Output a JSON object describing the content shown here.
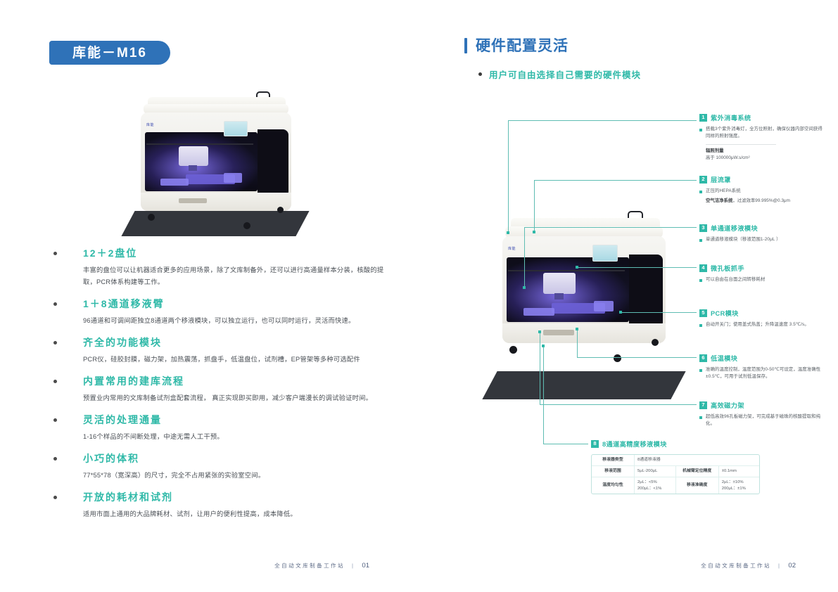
{
  "left_page": {
    "title_badge": "库能－M16",
    "product_image_alt": "automated-library-prep-workstation",
    "features": [
      {
        "heading": "12＋2盘位",
        "body": "丰富的盘位可以让机器适合更多的应用场景，除了文库制备外，还可以进行高通量样本分装，核酸的提取，PCR体系构建等工作。"
      },
      {
        "heading": "1＋8通道移液臂",
        "body": "96通道和可调间距独立8通道两个移液模块，可以独立运行，也可以同时运行，灵活而快速。"
      },
      {
        "heading": "齐全的功能模块",
        "body": "PCR仪，硅胶封膜，磁力架，加热震荡，抓盘手，低温盘位，试剂槽，EP管架等多种可选配件"
      },
      {
        "heading": "内置常用的建库流程",
        "body": "预置业内常用的文库制备试剂盒配套流程， 真正实现即买即用，减少客户端漫长的调试验证时间。"
      },
      {
        "heading": "灵活的处理通量",
        "body": "1-16个样品的不间断处理，中途无需人工干预。"
      },
      {
        "heading": "小巧的体积",
        "body": "77*55*78（宽深高）的尺寸，完全不占用紧张的实验室空间。"
      },
      {
        "heading": "开放的耗材和试剂",
        "body": "适用市面上通用的大品牌耗材、试剂，让用户的便利性提高，成本降低。"
      }
    ],
    "footer": {
      "text": "全自动文库制备工作站",
      "bar": "|",
      "page": "01"
    }
  },
  "right_page": {
    "section_title": "硬件配置灵活",
    "section_sub": "用户可自由选择自己需要的硬件模块",
    "callouts": [
      {
        "num": "1",
        "title": "紫外消毒系统",
        "items": [
          "搭载3个紫外消毒灯，全方位照射，确保仪器内部空间获得同样的照射强度。"
        ],
        "extra_label": "辐照剂量",
        "extra_value": "高于 100000μW.s/cm²"
      },
      {
        "num": "2",
        "title": "层流罩",
        "items": [
          "正压的HEPA系统"
        ],
        "extra_label": "空气洁净系统",
        "extra_value": "，过滤效率99.995%@0.3μm"
      },
      {
        "num": "3",
        "title": "单通道移液模块",
        "items": [
          "单通道移液模块（移液范围1-20μL ）"
        ],
        "extra_label": "",
        "extra_value": ""
      },
      {
        "num": "4",
        "title": "微孔板抓手",
        "items": [
          "可以自由在台面之间转移耗材"
        ],
        "extra_label": "",
        "extra_value": ""
      },
      {
        "num": "5",
        "title": "PCR模块",
        "items": [
          "自动开关门；使用盖式热盖；升降温速度 3.5℃/s。"
        ],
        "extra_label": "",
        "extra_value": ""
      },
      {
        "num": "6",
        "title": "低温模块",
        "items": [
          "准确的温度控制，温度范围为0-50℃可设定，温度准确性±0.5℃，可用于试剂低温保存。"
        ],
        "extra_label": "",
        "extra_value": ""
      },
      {
        "num": "7",
        "title": "高效磁力架",
        "items": [
          "超低高效96孔板磁力架，可完成基于磁珠的核酸提取和纯化。"
        ],
        "extra_label": "",
        "extra_value": ""
      }
    ],
    "callout8": {
      "num": "8",
      "title": "8通道高精度移液模块",
      "table": {
        "rows": [
          {
            "c1": "移液器类型",
            "c2": "8通道移液器",
            "c3": "",
            "c4": ""
          },
          {
            "c1": "移液范围",
            "c2": "5μL-200μL",
            "c3": "机械臂定位精度",
            "c4": "±0.1mm"
          },
          {
            "c1": "温度均匀性",
            "c2": "2μL：<5%\n200μL：<1%",
            "c3": "移液准确度",
            "c4": "2μL：±10%\n200μL：±1%"
          }
        ]
      }
    },
    "footer": {
      "text": "全自动文库制备工作站",
      "bar": "|",
      "page": "02"
    }
  },
  "colors": {
    "brand_blue": "#2f72b8",
    "teal": "#2fb9a8",
    "leader_line": "#5fbdb3",
    "body_text": "#4a4f55",
    "footer_text": "#5f6d88"
  }
}
